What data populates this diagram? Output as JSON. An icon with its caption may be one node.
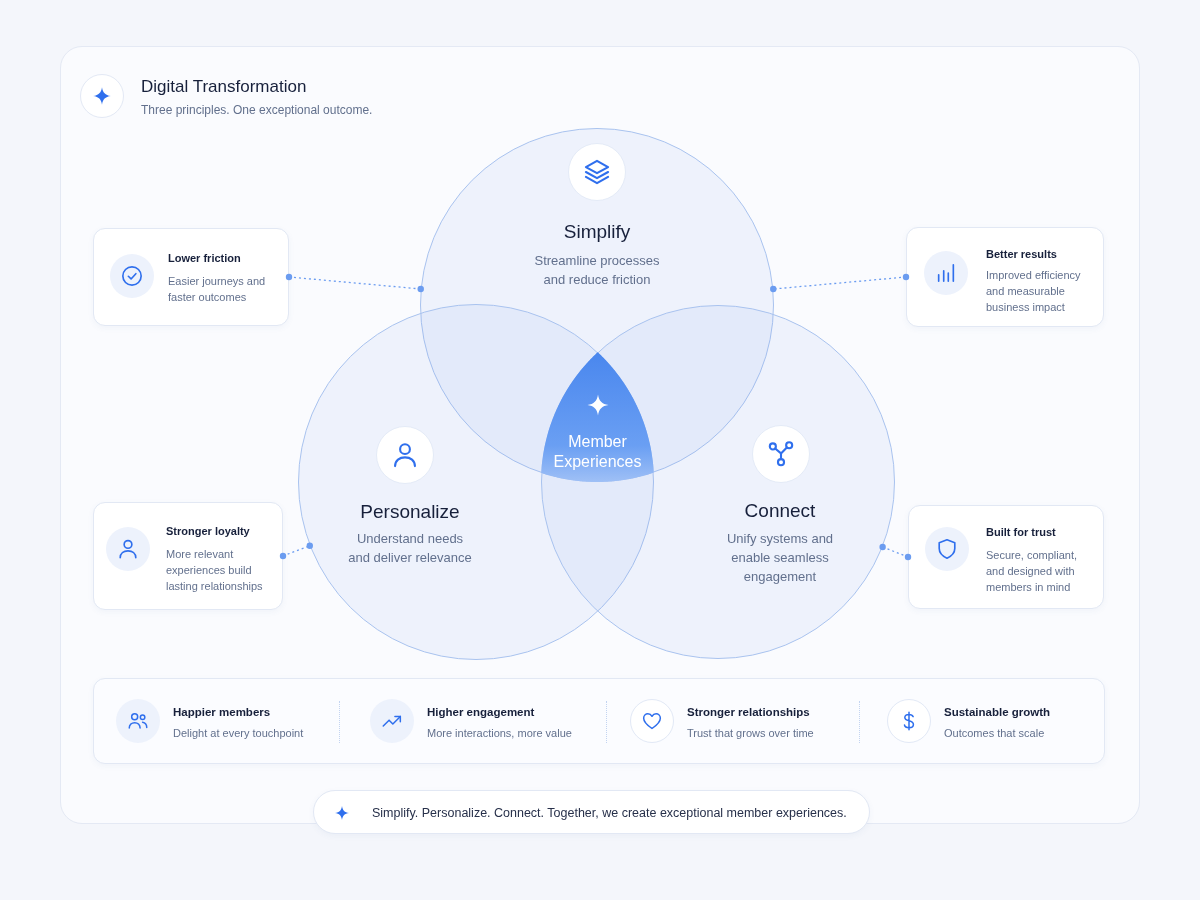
{
  "diagram": {
    "title": "Digital Transformation",
    "nodes": [
      {
        "text": [
          "Simplify",
          "Streamline processes and reduce friction"
        ]
      },
      {
        "text": [
          "Personalize",
          "Understand needs and deliver relevance"
        ]
      },
      {
        "text": [
          "Connect",
          "Unify systems and enable seamless engagement"
        ]
      },
      {
        "text": [
          "Member Experiences"
        ]
      },
      {
        "text": [
          "Lower friction",
          "Easier journeys and faster outcomes"
        ]
      },
      {
        "text": [
          "Better results",
          "Improved efficiency and measurable business impact"
        ]
      },
      {
        "text": [
          "Stronger loyalty",
          "More relevant experiences build lasting relationships"
        ]
      },
      {
        "text": [
          "Built for trust",
          "Secure, compliant, and designed with members in mind"
        ]
      },
      {
        "text": [],
        "shape": "box"
      },
      {
        "text": [
          "Happier members",
          "Delight at every touchpoint"
        ],
        "in": 8
      },
      {
        "text": [
          "Higher engagement",
          "More interactions, more value"
        ],
        "in": 8
      },
      {
        "text": [
          "Stronger relationships",
          "Trust that grows over time"
        ],
        "in": 8
      },
      {
        "text": [
          "Sustainable growth",
          "Outcomes that scale"
        ],
        "in": 8
      },
      {
        "text": [
          "Simplify. Personalize. Connect. Together, we create exceptional member experiences."
        ]
      }
    ],
    "edges": [
      {
        "from": 4,
        "to": 0,
        "arrow": "other",
        "style": "dashed"
      },
      {
        "from": 5,
        "to": 0,
        "arrow": "other",
        "style": "dashed"
      },
      {
        "from": 6,
        "to": 1,
        "arrow": "other",
        "style": "dashed"
      },
      {
        "from": 7,
        "to": 2,
        "arrow": "other",
        "style": "dashed"
      }
    ],
    "labels": [
      "Three principles. One exceptional outcome."
    ]
  }
}
